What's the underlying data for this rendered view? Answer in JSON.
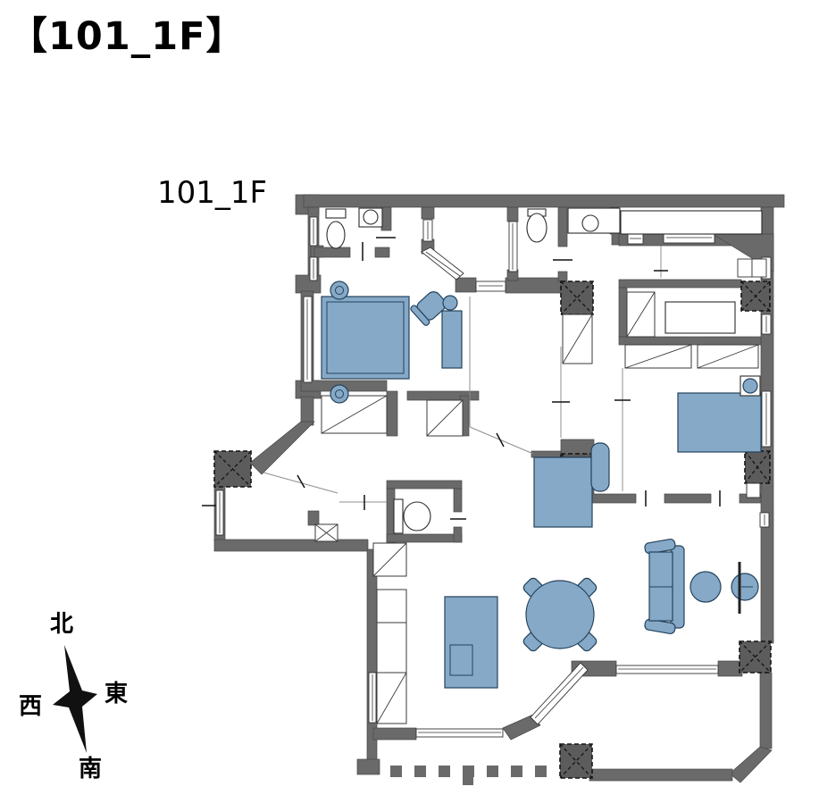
{
  "page": {
    "title": "【101_1F】",
    "plan_label": "101_1F"
  },
  "compass": {
    "north": "北",
    "east": "東",
    "west": "西",
    "south": "南"
  },
  "colors": {
    "wall": "#6a6a6a",
    "pillar": "#5c5c5c",
    "furniture": "#85a9c7",
    "fixture_outline": "#2b2b2b",
    "background": "#ffffff",
    "text": "#000000"
  },
  "elements": {
    "furniture": [
      "double-bed",
      "round-pillow",
      "armchair",
      "round-side-table",
      "shelf",
      "desk",
      "desk-chair",
      "single-bed",
      "bedside-unit",
      "kitchen-island",
      "dining-table",
      "dining-chair",
      "sofa",
      "round-coffee-table",
      "tv-stand"
    ],
    "fixtures": [
      "toilet",
      "hand-basin",
      "washbasin-counter",
      "kitchen-counter",
      "counter-table"
    ],
    "structure": [
      "pillar",
      "closet",
      "window",
      "sliding-door",
      "terrace-dashed-boundary"
    ]
  }
}
